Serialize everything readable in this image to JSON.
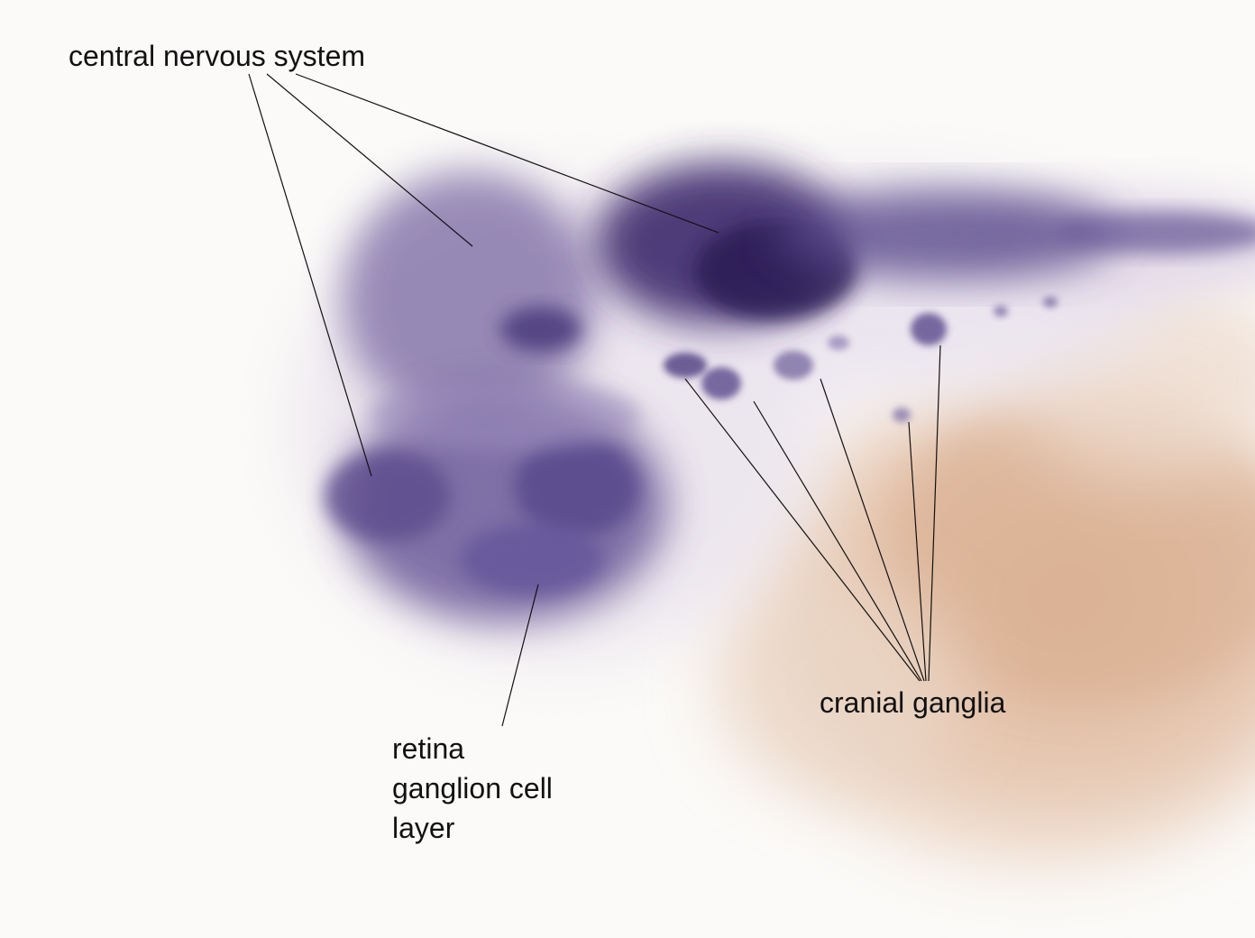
{
  "labels": {
    "central_nervous_system": "central nervous system",
    "retina_lines": [
      "retina",
      "ganglion cell",
      "layer"
    ],
    "cranial_ganglia": "cranial ganglia"
  },
  "colors": {
    "background": "#fbfaf8",
    "stain_purple": "#3b2a6e",
    "yolk_tan": "#d8b49a",
    "leader_line": "#111111",
    "text": "#111111"
  }
}
